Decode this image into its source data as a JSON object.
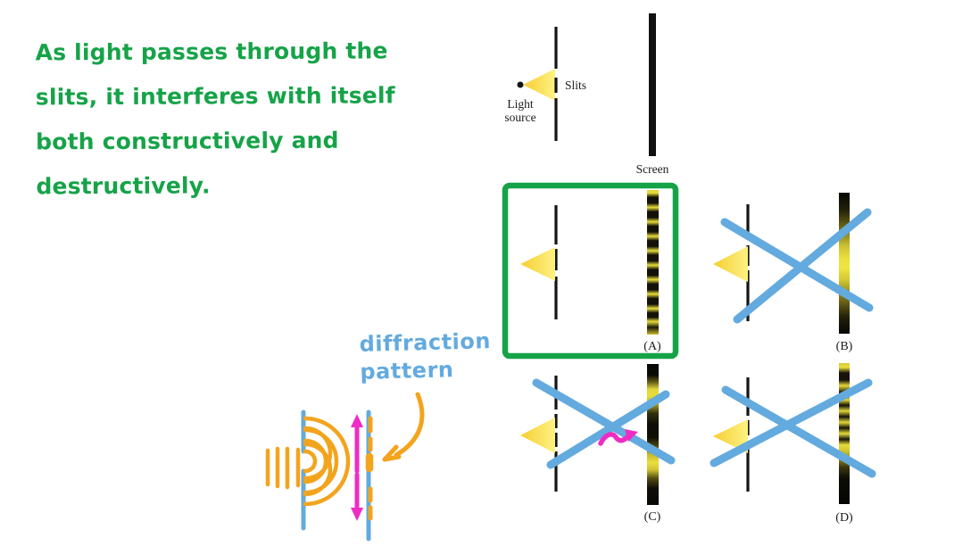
{
  "colors": {
    "green": "#16a348",
    "blue": "#63aadf",
    "orange": "#f3a41d",
    "magenta": "#ee2dc4",
    "ink": "#141414",
    "triangle_tip": "#f7cd33",
    "triangle_base": "#fdf282"
  },
  "note": {
    "lines": [
      "As light passes through the",
      "slits, it interferes with itself",
      "both constructively and",
      "destructively."
    ]
  },
  "diffraction_label": {
    "line1": "diffraction",
    "line2": "pattern"
  },
  "top_diagram": {
    "light_source_line1": "Light",
    "light_source_line2": "source",
    "slits_label": "Slits",
    "screen_label": "Screen"
  },
  "options": [
    {
      "label": "(A)",
      "status": "selected-correct",
      "pattern_description": "many evenly spaced bright fringes",
      "screen_stops": [
        [
          "0%",
          "#dfd036"
        ],
        [
          "2%",
          "#e9dd3a"
        ],
        [
          "5%",
          "#131108"
        ],
        [
          "9%",
          "#131108"
        ],
        [
          "12%",
          "#e9dd3a"
        ],
        [
          "15%",
          "#131108"
        ],
        [
          "19%",
          "#131108"
        ],
        [
          "22%",
          "#eade3b"
        ],
        [
          "25%",
          "#131108"
        ],
        [
          "29%",
          "#131108"
        ],
        [
          "32%",
          "#e9dd3a"
        ],
        [
          "35%",
          "#131108"
        ],
        [
          "39%",
          "#131108"
        ],
        [
          "42%",
          "#eade3b"
        ],
        [
          "45%",
          "#131108"
        ],
        [
          "49%",
          "#131108"
        ],
        [
          "52%",
          "#e9dd3a"
        ],
        [
          "55%",
          "#131108"
        ],
        [
          "59%",
          "#131108"
        ],
        [
          "62%",
          "#eade3b"
        ],
        [
          "65%",
          "#131108"
        ],
        [
          "69%",
          "#131108"
        ],
        [
          "72%",
          "#e9dd3a"
        ],
        [
          "75%",
          "#131108"
        ],
        [
          "79%",
          "#131108"
        ],
        [
          "82%",
          "#eade3b"
        ],
        [
          "85%",
          "#131108"
        ],
        [
          "88%",
          "#131108"
        ],
        [
          "91%",
          "#e9dd3a"
        ],
        [
          "95%",
          "#1c1909"
        ],
        [
          "100%",
          "#cdbb2e"
        ]
      ]
    },
    {
      "label": "(B)",
      "status": "crossed-out",
      "pattern_description": "single broad central bright band",
      "screen_stops": [
        [
          "0%",
          "#060603"
        ],
        [
          "12%",
          "#21200a"
        ],
        [
          "25%",
          "#6e6818"
        ],
        [
          "38%",
          "#ccc232"
        ],
        [
          "47%",
          "#ece23e"
        ],
        [
          "53%",
          "#efe540"
        ],
        [
          "62%",
          "#d2c834"
        ],
        [
          "75%",
          "#776f1a"
        ],
        [
          "88%",
          "#24220b"
        ],
        [
          "100%",
          "#060603"
        ]
      ]
    },
    {
      "label": "(C)",
      "status": "crossed-out",
      "pattern_description": "two bright bands with dark centre",
      "screen_stops": [
        [
          "0%",
          "#080805"
        ],
        [
          "8%",
          "#0b0b06"
        ],
        [
          "13%",
          "#6b6317"
        ],
        [
          "18%",
          "#e2d73a"
        ],
        [
          "23%",
          "#e8dc3b"
        ],
        [
          "28%",
          "#b0a529"
        ],
        [
          "35%",
          "#332f0d"
        ],
        [
          "43%",
          "#0d0d07"
        ],
        [
          "52%",
          "#0f0e07"
        ],
        [
          "58%",
          "#4a4511"
        ],
        [
          "64%",
          "#c2b72e"
        ],
        [
          "70%",
          "#eadf3c"
        ],
        [
          "75%",
          "#cfc432"
        ],
        [
          "81%",
          "#554f13"
        ],
        [
          "88%",
          "#100f07"
        ],
        [
          "100%",
          "#070704"
        ]
      ]
    },
    {
      "label": "(D)",
      "status": "crossed-out",
      "pattern_description": "irregular fringes crowded toward top, dark bottom",
      "screen_stops": [
        [
          "0%",
          "#d9c934"
        ],
        [
          "3%",
          "#eade3b"
        ],
        [
          "7%",
          "#16140a"
        ],
        [
          "12%",
          "#15130a"
        ],
        [
          "16%",
          "#e5d939"
        ],
        [
          "21%",
          "#15130a"
        ],
        [
          "26%",
          "#e5d939"
        ],
        [
          "30%",
          "#131208"
        ],
        [
          "34%",
          "#dfd437"
        ],
        [
          "38%",
          "#141309"
        ],
        [
          "42%",
          "#e2d638"
        ],
        [
          "46%",
          "#131208"
        ],
        [
          "50%",
          "#e7db39"
        ],
        [
          "54%",
          "#15130a"
        ],
        [
          "58%",
          "#e7db3a"
        ],
        [
          "63%",
          "#cabf30"
        ],
        [
          "68%",
          "#8d8420"
        ],
        [
          "74%",
          "#3a360f"
        ],
        [
          "82%",
          "#0c0c06"
        ],
        [
          "100%",
          "#050503"
        ]
      ]
    }
  ]
}
